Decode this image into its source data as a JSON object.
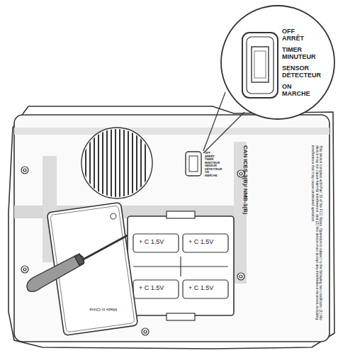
{
  "diagram": {
    "labels": [
      "OFF",
      "ARRÊT",
      "TIMER",
      "MINUTEUR",
      "SENSOR",
      "DÉTECTEUR",
      "ON",
      "MARCHE",
      "OFF",
      "ARRÊT",
      "TIMER",
      "MINUTEUR",
      "SENSOR",
      "DÉTECTEUR",
      "ON",
      "MARCHE",
      "+ C 1.5V",
      "+ C 1.5V",
      "+ C 1.5V",
      "+ C 1.5V",
      "CAN ICES-3(B)/ NMB-3(B)",
      "This device complies with Part 15 of the FCC Rules. Operation is subject to the following two conditions: (1) this device may not cause harmful interference, and (2) this device must accept any interference received, including interference that may cause undesired operation.",
      "Made in China"
    ]
  }
}
